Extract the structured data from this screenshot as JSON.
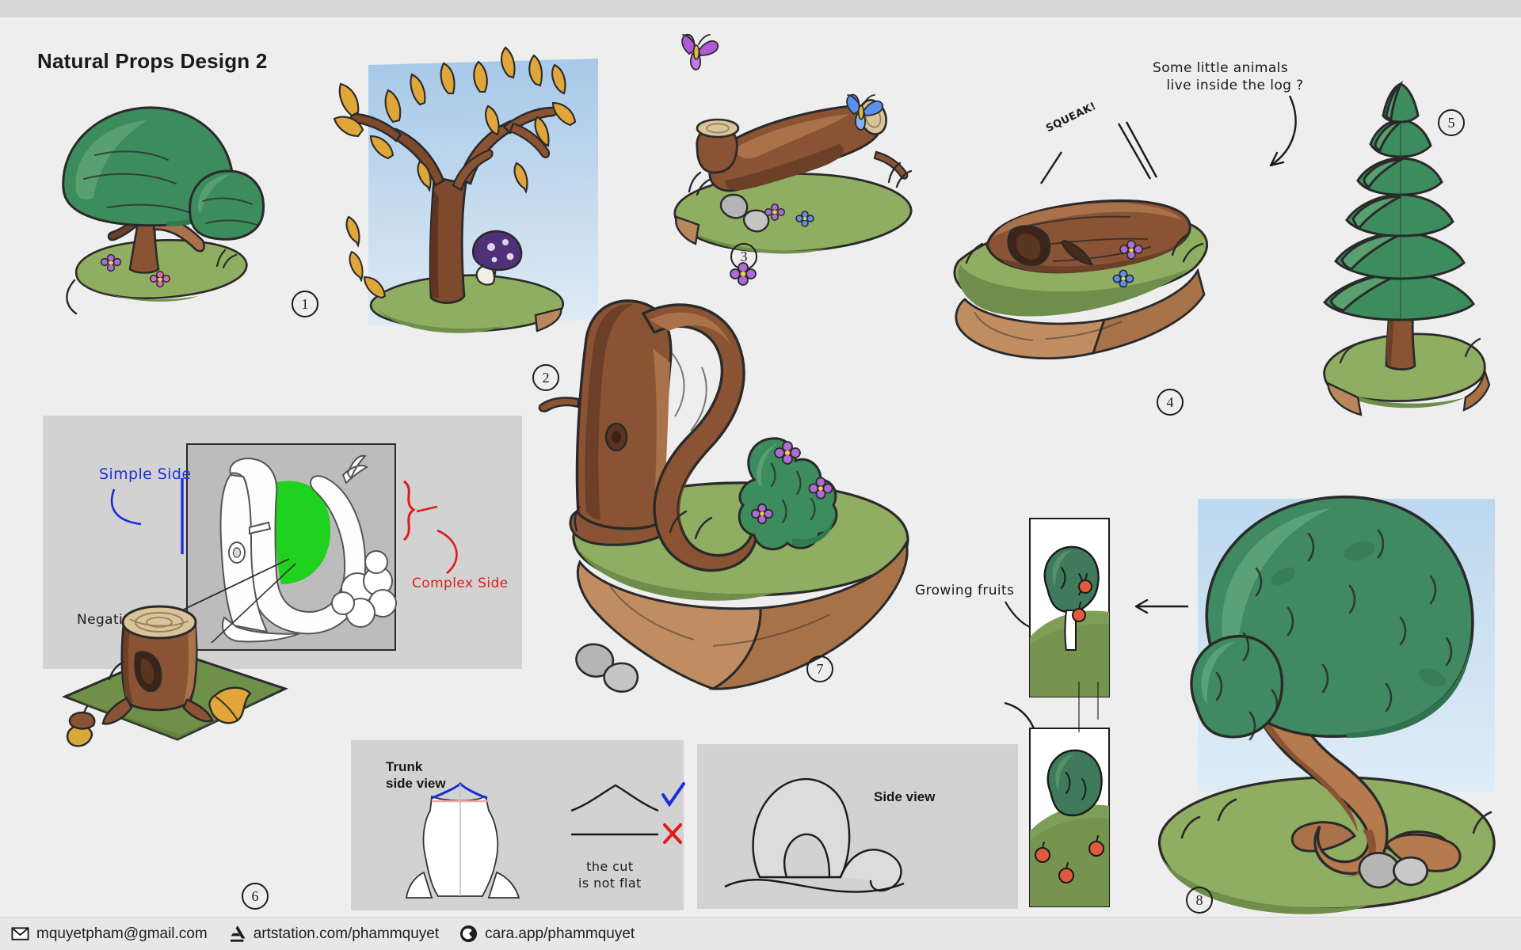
{
  "page": {
    "title": "Natural Props Design 2",
    "background_color": "#eeeeee",
    "panel_color": "#d2d2d2"
  },
  "callouts": [
    {
      "number": "1",
      "label": "round-bushy-tree"
    },
    {
      "number": "2",
      "label": "autumn-tree-with-mushroom"
    },
    {
      "number": "3",
      "label": "fallen-log-with-butterflies"
    },
    {
      "number": "4",
      "label": "hollow-log-with-animals"
    },
    {
      "number": "5",
      "label": "pine-tree"
    },
    {
      "number": "6",
      "label": "tree-stump-with-acorn"
    },
    {
      "number": "7",
      "label": "arched-tree-floating-island"
    },
    {
      "number": "8",
      "label": "big-leaning-fruit-tree"
    }
  ],
  "notes": {
    "animals_in_log": "Some little animals\n   live inside the log ?",
    "squeak": "SQUEAK!",
    "growing_fruits": "Growing fruits",
    "simple_side": "Simple Side",
    "complex_side": "Complex Side",
    "negative_space": "Negative Space",
    "the_cut": "the cut\nis not flat"
  },
  "panel_labels": {
    "trunk_side_view": "Trunk\nside view",
    "side_view": "Side view"
  },
  "footer": {
    "links": [
      {
        "icon": "mail-icon",
        "text": "mquyetpham@gmail.com"
      },
      {
        "icon": "artstation-icon",
        "text": "artstation.com/phammquyet"
      },
      {
        "icon": "cara-icon",
        "text": "cara.app/phammquyet"
      }
    ]
  },
  "palette": {
    "foliage_dark": "#2f7a4f",
    "foliage_mid": "#3d8c5e",
    "foliage_light": "#58a06f",
    "grass": "#7fa055",
    "grass_light": "#95b765",
    "bark_dark": "#6b3f28",
    "bark_mid": "#8a5334",
    "bark_light": "#a9724a",
    "soil": "#c08d63",
    "rock": "#b5b5b5",
    "leaf_autumn": "#e0a63a",
    "flower_purple": "#9a5ad0",
    "flower_pink": "#e06ac0",
    "butterfly_blue": "#5b8ff0",
    "butterfly_purple": "#b05ad8",
    "mushroom_purple": "#5b3a8a",
    "fruit_red": "#e05a3c",
    "sky": "#bcd8ef",
    "annotation_blue": "#1b2fd8",
    "annotation_red": "#e01b1b",
    "highlight_green": "#1fd21f",
    "ink": "#1a1a1a"
  }
}
